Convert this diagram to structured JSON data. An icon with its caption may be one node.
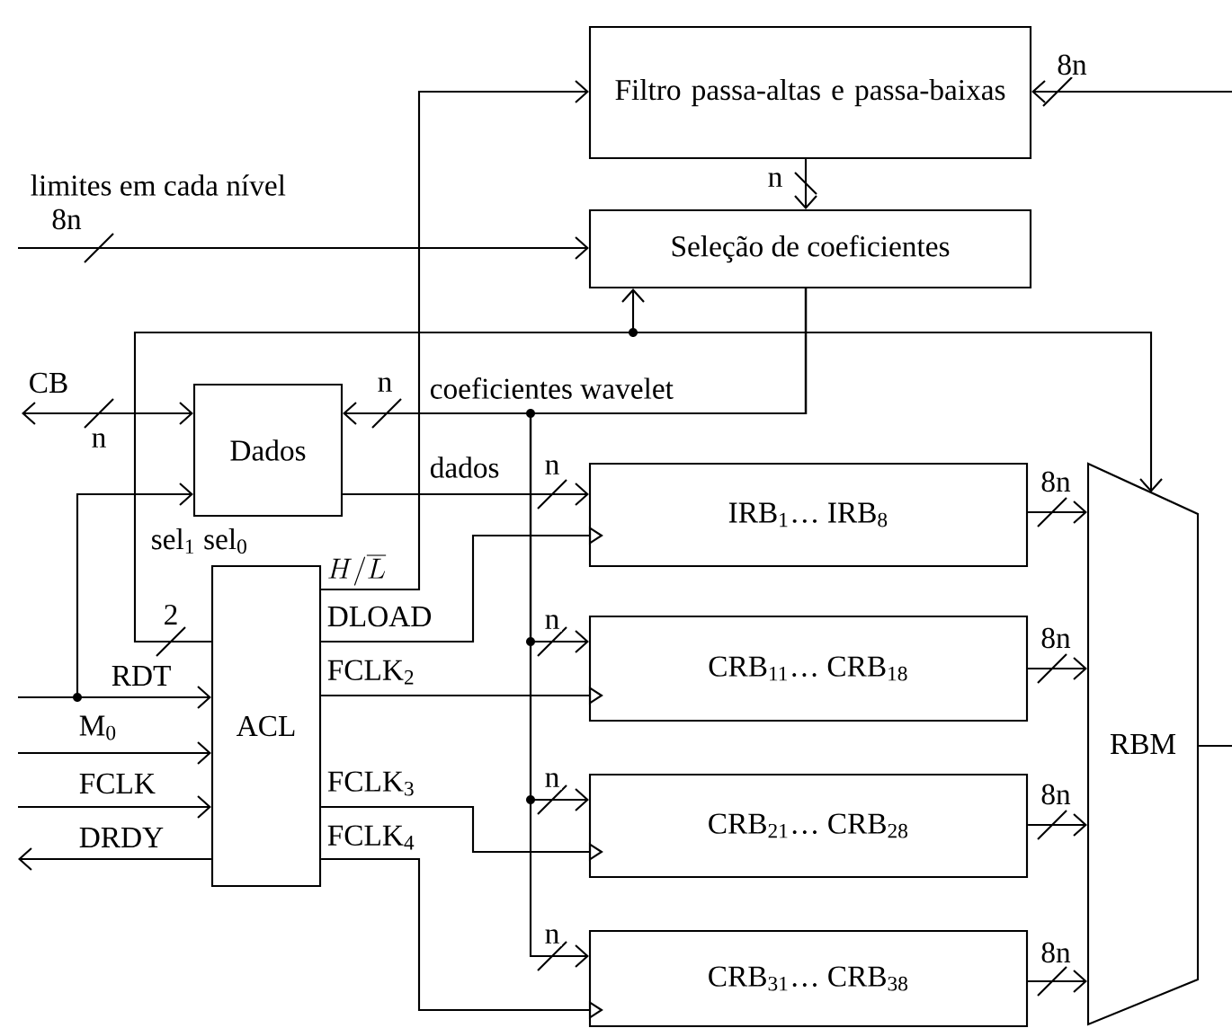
{
  "diagram": {
    "nodes": [
      {
        "text": [
          "Filtro passa-altas e passa-baixas"
        ]
      },
      {
        "text": [
          "Seleção de coeficientes"
        ]
      },
      {
        "text": [
          "Dados"
        ]
      },
      {
        "text": [
          "ACL"
        ]
      },
      {
        "text": [
          "IRB$_{1}$… IRB$_{8}$"
        ]
      },
      {
        "text": [
          "CRB$_{11}$… CRB$_{18}$"
        ]
      },
      {
        "text": [
          "CRB$_{21}$… CRB$_{28}$"
        ]
      },
      {
        "text": [
          "CRB$_{31}$… CRB$_{38}$"
        ]
      },
      {
        "text": [
          "RBM"
        ]
      }
    ],
    "edges": [
      {
        "from": null,
        "to": 0,
        "arrow": "to",
        "label": "8n"
      },
      {
        "from": null,
        "to": 1,
        "arrow": "to",
        "label": "limites em cada nível"
      },
      {
        "from": 0,
        "to": 1,
        "arrow": "to",
        "label": "n"
      },
      {
        "from": 1,
        "to": 2,
        "arrow": "to",
        "label": "n"
      },
      {
        "from": 1,
        "to": 5,
        "arrow": "to",
        "label": "n"
      },
      {
        "from": 1,
        "to": 6,
        "arrow": "to",
        "label": "n"
      },
      {
        "from": 1,
        "to": 7,
        "arrow": "to",
        "label": "n"
      },
      {
        "from": 3,
        "to": 1,
        "arrow": "to",
        "label": "2"
      },
      {
        "from": 3,
        "to": 8,
        "arrow": "to"
      },
      {
        "from": 3,
        "to": 0,
        "arrow": "to",
        "label": "H/\\overline{L}"
      },
      {
        "from": null,
        "to": 2,
        "arrow": "both",
        "label": "CB"
      },
      {
        "from": null,
        "to": 2,
        "arrow": "to"
      },
      {
        "from": null,
        "to": 3,
        "arrow": "to",
        "label": "RDT"
      },
      {
        "from": null,
        "to": 3,
        "arrow": "to",
        "label": "M$_{0}$"
      },
      {
        "from": null,
        "to": 3,
        "arrow": "to",
        "label": "FCLK"
      },
      {
        "from": 3,
        "to": null,
        "arrow": "to",
        "label": "DRDY"
      },
      {
        "from": 2,
        "to": 4,
        "arrow": "to",
        "label": "dados"
      },
      {
        "from": 3,
        "to": 4,
        "arrow": "to",
        "label": "DLOAD"
      },
      {
        "from": 3,
        "to": 5,
        "arrow": "to",
        "label": "FCLK$_{2}$"
      },
      {
        "from": 3,
        "to": 6,
        "arrow": "to",
        "label": "FCLK$_{3}$"
      },
      {
        "from": 3,
        "to": 7,
        "arrow": "to",
        "label": "FCLK$_{4}$"
      },
      {
        "from": 4,
        "to": 8,
        "arrow": "to",
        "label": "8n"
      },
      {
        "from": 5,
        "to": 8,
        "arrow": "to",
        "label": "8n"
      },
      {
        "from": 6,
        "to": 8,
        "arrow": "to",
        "label": "8n"
      },
      {
        "from": 7,
        "to": 8,
        "arrow": "to",
        "label": "8n"
      },
      {
        "from": 8,
        "to": null,
        "arrow": "none"
      }
    ],
    "labels": [
      "8n",
      "coeficientes wavelet",
      "n",
      "n",
      "sel$_{1}$ sel$_{0}$"
    ]
  }
}
